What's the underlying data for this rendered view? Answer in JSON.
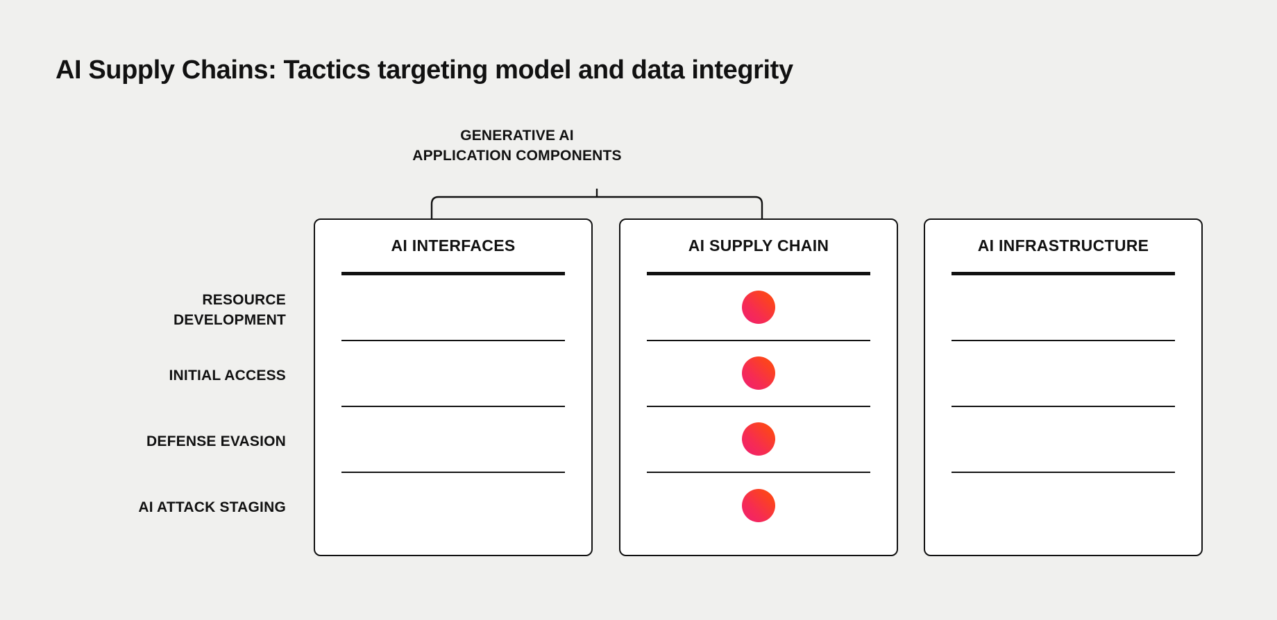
{
  "title": "AI Supply Chains: Tactics targeting model and data integrity",
  "bracket": {
    "label_line1": "GENERATIVE AI",
    "label_line2": "APPLICATION COMPONENTS",
    "covers": [
      "AI INTERFACES",
      "AI SUPPLY CHAIN"
    ]
  },
  "row_labels": [
    {
      "line1": "RESOURCE",
      "line2": "DEVELOPMENT"
    },
    {
      "line1": "INITIAL ACCESS",
      "line2": ""
    },
    {
      "line1": "DEFENSE EVASION",
      "line2": ""
    },
    {
      "line1": "AI ATTACK STAGING",
      "line2": ""
    }
  ],
  "columns": [
    {
      "title": "AI INTERFACES",
      "cells": [
        false,
        false,
        false,
        false
      ]
    },
    {
      "title": "AI SUPPLY CHAIN",
      "cells": [
        true,
        true,
        true,
        true
      ]
    },
    {
      "title": "AI INFRASTRUCTURE",
      "cells": [
        false,
        false,
        false,
        false
      ]
    }
  ],
  "colors": {
    "background": "#F0F0EE",
    "card_background": "#FFFFFF",
    "stroke": "#111111",
    "dot_gradient_from": "#F01E72",
    "dot_gradient_to": "#FF4A16"
  }
}
